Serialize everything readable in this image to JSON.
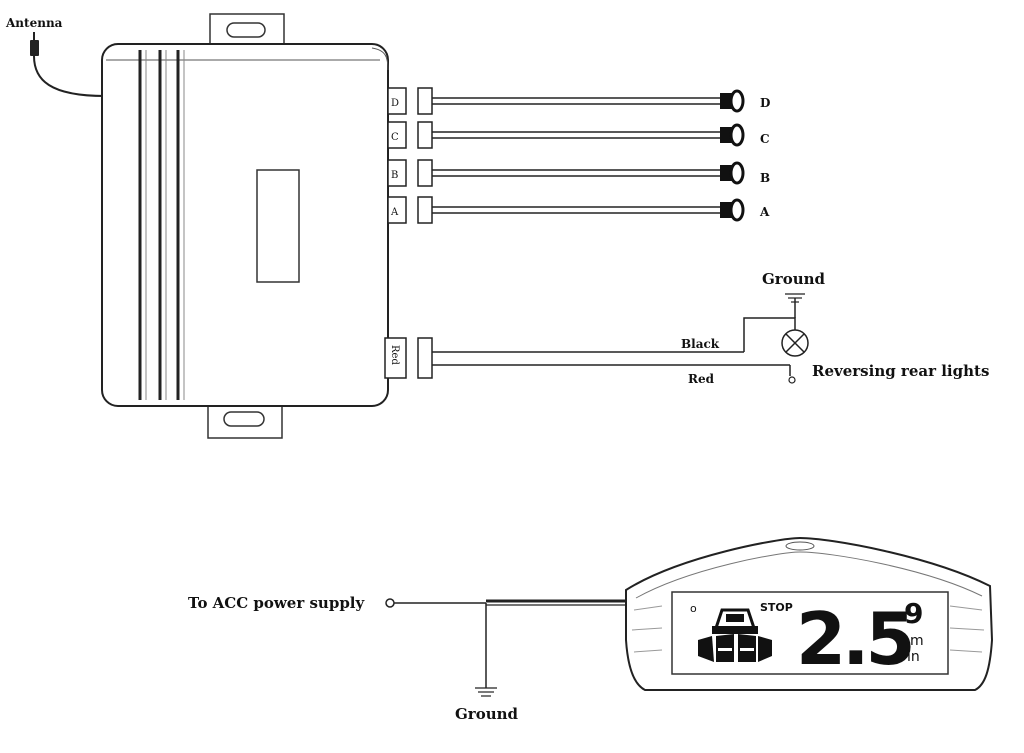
{
  "labels": {
    "antenna": "Antenna",
    "ground_top": "Ground",
    "black": "Black",
    "red": "Red",
    "reversing": "Reversing rear lights",
    "acc": "To ACC power supply",
    "ground_bottom": "Ground"
  },
  "ports": {
    "d": "D",
    "c": "C",
    "b": "B",
    "a": "A",
    "red": "Red"
  },
  "sensors": {
    "d": "D",
    "c": "C",
    "b": "B",
    "a": "A"
  },
  "display": {
    "indicator": "o",
    "stop": "STOP",
    "big_digits": "2.5",
    "small_digit": "9",
    "unit_m": "m",
    "unit_in": "in"
  }
}
